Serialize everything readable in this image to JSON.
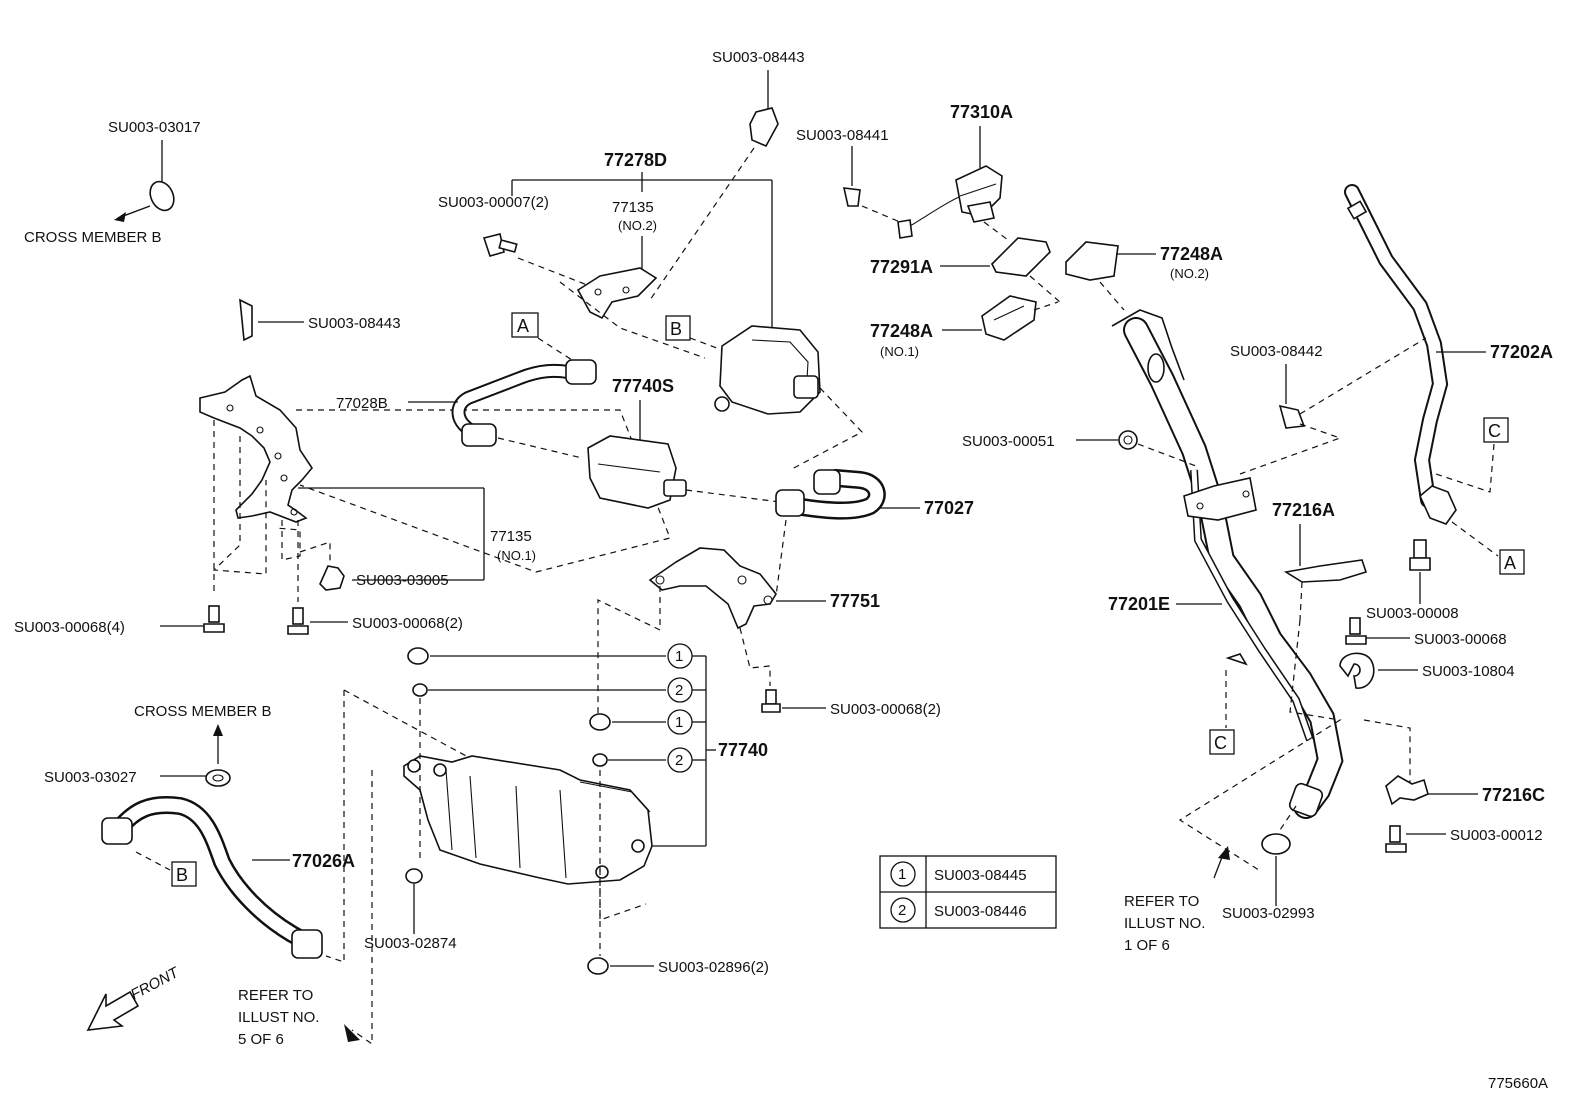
{
  "diagram_code": "775660A",
  "labels": {
    "su_08443_top": "SU003-08443",
    "su_03017": "SU003-03017",
    "cross_member_b_top": "CROSS MEMBER B",
    "p77278D": "77278D",
    "su_00007": "SU003-00007(2)",
    "p77135_no2": "77135",
    "no2_a": "(NO.2)",
    "su_08443_left": "SU003-08443",
    "p77028B": "77028B",
    "p77740S": "77740S",
    "p77027": "77027",
    "p77135_no1": "77135",
    "no1_a": "(NO.1)",
    "su_03005": "SU003-03005",
    "su_00068_4": "SU003-00068(4)",
    "su_00068_2a": "SU003-00068(2)",
    "p77751": "77751",
    "su_00068_2b": "SU003-00068(2)",
    "p77740": "77740",
    "cross_member_b_mid": "CROSS MEMBER B",
    "su_03027": "SU003-03027",
    "p77026A": "77026A",
    "su_02874": "SU003-02874",
    "su_02896": "SU003-02896(2)",
    "refer_5_of_6_a": "REFER TO",
    "refer_5_of_6_b": "ILLUST NO.",
    "refer_5_of_6_c": "5 OF 6",
    "front": "FRONT",
    "su_08441": "SU003-08441",
    "p77310A": "77310A",
    "p77291A": "77291A",
    "p77248A_no2": "77248A",
    "no2_b": "(NO.2)",
    "p77248A_no1": "77248A",
    "no1_b": "(NO.1)",
    "su_08442": "SU003-08442",
    "p77202A": "77202A",
    "su_00051": "SU003-00051",
    "p77216A": "77216A",
    "p77201E": "77201E",
    "su_00008": "SU003-00008",
    "su_00068_r": "SU003-00068",
    "su_10804": "SU003-10804",
    "p77216C": "77216C",
    "su_00012": "SU003-00012",
    "su_02993": "SU003-02993",
    "refer_1_of_6_a": "REFER TO",
    "refer_1_of_6_b": "ILLUST NO.",
    "refer_1_of_6_c": "1 OF 6"
  },
  "ref_markers": {
    "A": "A",
    "B": "B",
    "C": "C"
  },
  "callouts": {
    "one": "1",
    "two": "2"
  },
  "legend": [
    {
      "num": "1",
      "part": "SU003-08445"
    },
    {
      "num": "2",
      "part": "SU003-08446"
    }
  ]
}
